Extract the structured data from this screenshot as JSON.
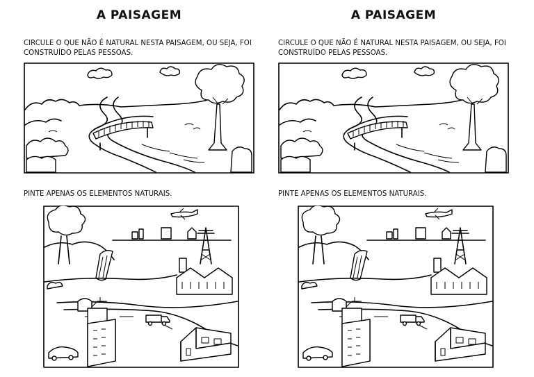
{
  "sheets": [
    {
      "title": "A PAISAGEM",
      "instruction_1": "CIRCULE O QUE NÃO É NATURAL NESTA PAISAGEM, OU SEJA, FOI CONSTRUÍDO PELAS PESSOAS.",
      "instruction_2": "PINTE APENAS OS ELEMENTOS NATURAIS."
    },
    {
      "title": "A PAISAGEM",
      "instruction_1": "CIRCULE O QUE NÃO É NATURAL NESTA PAISAGEM, OU SEJA, FOI CONSTRUÍDO PELAS PESSOAS.",
      "instruction_2": "PINTE APENAS OS ELEMENTOS NATURAIS."
    }
  ],
  "colors": {
    "ink": "#000000",
    "paper": "#ffffff"
  }
}
